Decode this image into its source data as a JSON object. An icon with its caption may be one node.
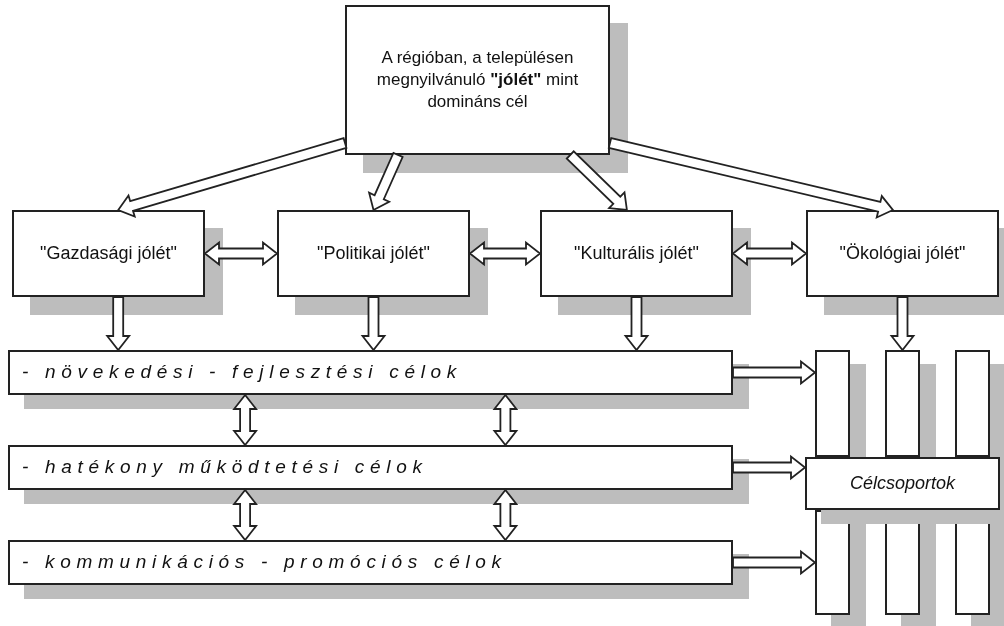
{
  "diagram": {
    "nodes": [
      {
        "text": [
          "A régióban, a településen megnyilvánuló **\"jólét\"** mint domináns cél"
        ]
      },
      {
        "text": [
          "\"Gazdasági jólét\""
        ]
      },
      {
        "text": [
          "\"Politikai jólét\""
        ]
      },
      {
        "text": [
          "\"Kulturális jólét\""
        ]
      },
      {
        "text": [
          "\"Ökológiai jólét\""
        ]
      },
      {
        "text": [
          "- növekedési - fejlesztési célok"
        ]
      },
      {
        "text": [
          "- hatékony működtetési célok"
        ]
      },
      {
        "text": [
          "- kommunikációs - promóciós célok"
        ]
      },
      {
        "text": [],
        "shape": "bar"
      },
      {
        "text": [],
        "shape": "bar"
      },
      {
        "text": [],
        "shape": "bar"
      },
      {
        "text": [
          "Célcsoportok"
        ]
      },
      {
        "text": [],
        "shape": "bar"
      },
      {
        "text": [],
        "shape": "bar"
      },
      {
        "text": [],
        "shape": "bar"
      }
    ],
    "edges": [
      {
        "from": 0,
        "to": 1,
        "arrow": "to"
      },
      {
        "from": 0,
        "to": 2,
        "arrow": "to"
      },
      {
        "from": 0,
        "to": 3,
        "arrow": "to"
      },
      {
        "from": 0,
        "to": 4,
        "arrow": "to"
      },
      {
        "from": 1,
        "to": 2,
        "arrow": "both"
      },
      {
        "from": 2,
        "to": 3,
        "arrow": "both"
      },
      {
        "from": 3,
        "to": 4,
        "arrow": "both"
      },
      {
        "from": 1,
        "to": 5,
        "arrow": "to"
      },
      {
        "from": 2,
        "to": 5,
        "arrow": "to"
      },
      {
        "from": 3,
        "to": 5,
        "arrow": "to"
      },
      {
        "from": 4,
        "to": 9,
        "arrow": "to"
      },
      {
        "from": 5,
        "to": 6,
        "arrow": "both"
      },
      {
        "from": 5,
        "to": 6,
        "arrow": "both"
      },
      {
        "from": 6,
        "to": 7,
        "arrow": "both"
      },
      {
        "from": 6,
        "to": 7,
        "arrow": "both"
      },
      {
        "from": 5,
        "to": 8,
        "arrow": "to"
      },
      {
        "from": 6,
        "to": 11,
        "arrow": "to"
      },
      {
        "from": 7,
        "to": 12,
        "arrow": "to"
      }
    ]
  }
}
